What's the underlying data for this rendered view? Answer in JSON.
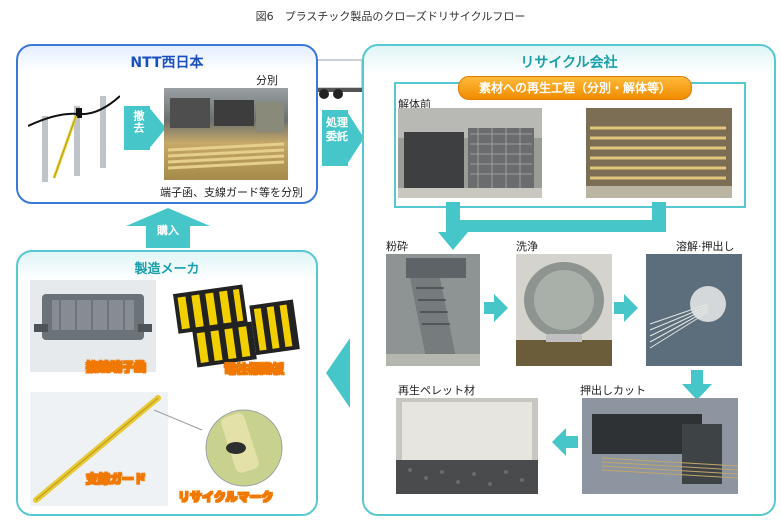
{
  "title": "図6　プラスチック製品のクローズドリサイクルフロー",
  "ntt": {
    "title": "NTT西日本",
    "removal_label": "撤去",
    "sort_label": "分別",
    "caption": "端子函、支線ガード等を分別"
  },
  "transfer": {
    "label": "処理委託"
  },
  "purchase": {
    "label": "購入"
  },
  "recycle": {
    "title": "リサイクル会社",
    "process_banner": "素材への再生工程（分別・解体等）",
    "before_label": "解体前",
    "steps": [
      "粉砕",
      "洗浄",
      "溶解·押出し",
      "押出しカット",
      "再生ペレット材"
    ]
  },
  "maker": {
    "title": "製造メーカ",
    "products": [
      "接続端子函",
      "電柱標識板",
      "支線ガード",
      "リサイクルマーク"
    ]
  },
  "colors": {
    "teal": "#46c6c8",
    "blue": "#3a78d8",
    "orange": "#f08c00"
  }
}
